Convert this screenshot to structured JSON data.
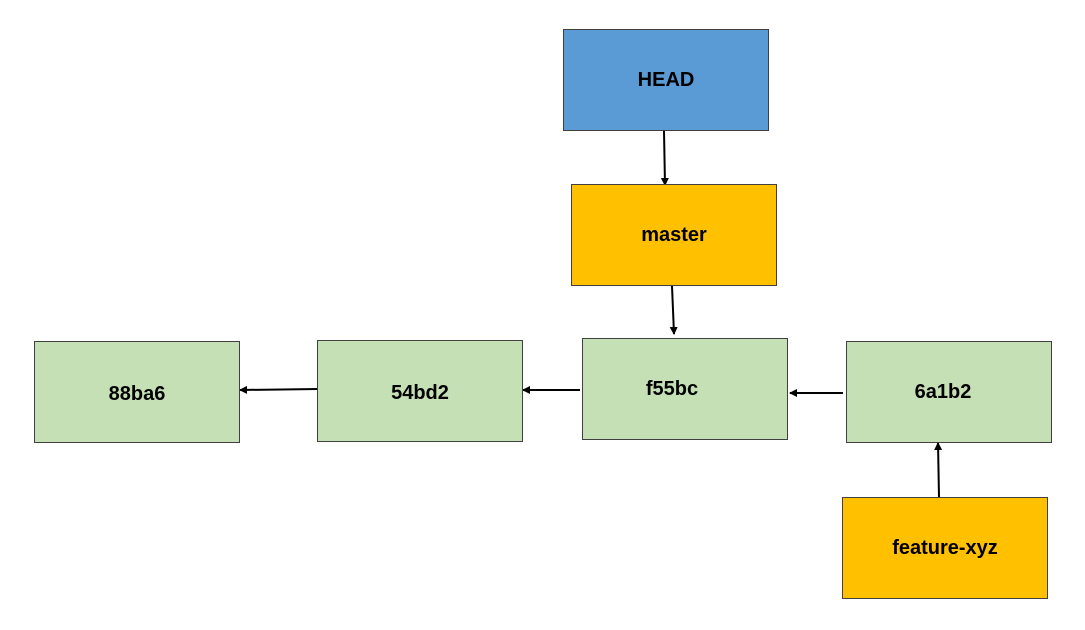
{
  "colors": {
    "head_fill": "#5b9bd5",
    "branch_fill": "#ffc000",
    "commit_fill": "#c5e0b4",
    "border": "#404040",
    "arrow": "#000000"
  },
  "nodes": {
    "head": {
      "label": "HEAD"
    },
    "master": {
      "label": "master"
    },
    "feature": {
      "label": "feature-xyz"
    },
    "commits": [
      {
        "label": "88ba6"
      },
      {
        "label": "54bd2"
      },
      {
        "label": "f55bc"
      },
      {
        "label": "6a1b2"
      }
    ]
  }
}
